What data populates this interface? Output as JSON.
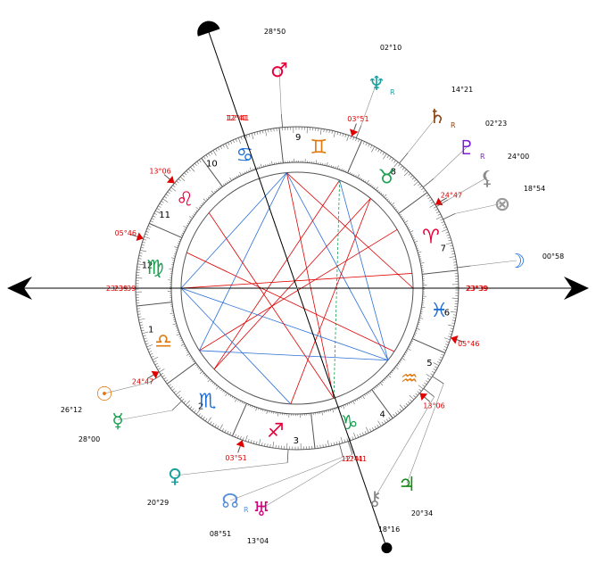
{
  "colors": {
    "fire": "#e8003a",
    "earth": "#1aa050",
    "air": "#e07a10",
    "water": "#1f6fd8",
    "aspect_red": "#e00000",
    "aspect_blue": "#2a6fd8",
    "aspect_green": "#1aa050",
    "cusp_marker": "#e00000"
  },
  "angles": [
    {
      "name": "ascendant",
      "degree": "23°39",
      "icon": "arrow-left-icon"
    },
    {
      "name": "descendant",
      "degree": "23°39",
      "icon": "arrow-right-icon"
    },
    {
      "name": "midheaven",
      "degree": "12°41",
      "icon": "half-circle-icon"
    },
    {
      "name": "imum-coeli",
      "degree": "12°41",
      "icon": "dot-icon"
    }
  ],
  "signs": [
    {
      "name": "leo",
      "glyph": "♌",
      "color": "#e8003a",
      "lon": 135
    },
    {
      "name": "cancer",
      "glyph": "♋",
      "color": "#1f6fd8",
      "lon": 105
    },
    {
      "name": "gemini",
      "glyph": "♊",
      "color": "#e07a10",
      "lon": 75
    },
    {
      "name": "taurus",
      "glyph": "♉",
      "color": "#1aa050",
      "lon": 45
    },
    {
      "name": "aries",
      "glyph": "♈",
      "color": "#e8003a",
      "lon": 15
    },
    {
      "name": "pisces",
      "glyph": "♓",
      "color": "#1f6fd8",
      "lon": 345
    },
    {
      "name": "aquarius",
      "glyph": "♒",
      "color": "#e07a10",
      "lon": 315
    },
    {
      "name": "capricorn",
      "glyph": "♑",
      "color": "#1aa050",
      "lon": 285
    },
    {
      "name": "sagittarius",
      "glyph": "♐",
      "color": "#e8003a",
      "lon": 255
    },
    {
      "name": "scorpio",
      "glyph": "♏",
      "color": "#1f6fd8",
      "lon": 225
    },
    {
      "name": "libra",
      "glyph": "♎",
      "color": "#e07a10",
      "lon": 195
    },
    {
      "name": "virgo",
      "glyph": "♍",
      "color": "#1aa050",
      "lon": 165
    }
  ],
  "houses": [
    {
      "number": "1",
      "cusp": "23°39",
      "lon": 173.65
    },
    {
      "number": "2",
      "cusp": "24°47",
      "lon": 204.78
    },
    {
      "number": "3",
      "cusp": "03°51",
      "lon": 243.85
    },
    {
      "number": "4",
      "cusp": "12°41",
      "lon": 282.68
    },
    {
      "number": "5",
      "cusp": "13°06",
      "lon": 313.1
    },
    {
      "number": "6",
      "cusp": "05°46",
      "lon": 335.77
    },
    {
      "number": "7",
      "cusp": "23°39",
      "lon": 353.65
    },
    {
      "number": "8",
      "cusp": "24°47",
      "lon": 24.78
    },
    {
      "number": "9",
      "cusp": "03°51",
      "lon": 63.85
    },
    {
      "number": "10",
      "cusp": "12°41",
      "lon": 102.68
    },
    {
      "number": "11",
      "cusp": "13°06",
      "lon": 133.1
    },
    {
      "number": "12",
      "cusp": "05°46",
      "lon": 155.77
    }
  ],
  "planets": [
    {
      "name": "mars",
      "glyph": "♂",
      "color": "#e8003a",
      "degree": "28°50",
      "rx": "",
      "lon": 88.83
    },
    {
      "name": "neptune",
      "glyph": "♆",
      "color": "#1aa0a0",
      "degree": "02°10",
      "rx": "R",
      "lon": 62.17
    },
    {
      "name": "saturn",
      "glyph": "♄",
      "color": "#8b4513",
      "degree": "14°21",
      "rx": "R",
      "lon": 44.35
    },
    {
      "name": "pluto",
      "glyph": "♇",
      "color": "#7a1fd0",
      "degree": "02°23",
      "rx": "R",
      "lon": 32.38
    },
    {
      "name": "lilith",
      "glyph": "⚸",
      "color": "#888888",
      "degree": "24°00",
      "rx": "",
      "lon": 24.0
    },
    {
      "name": "part-of-fortune",
      "glyph": "⊗",
      "color": "#999999",
      "degree": "18°54",
      "rx": "",
      "lon": 18.9
    },
    {
      "name": "moon",
      "glyph": "☽",
      "color": "#1f6fd8",
      "degree": "00°58",
      "rx": "",
      "lon": 0.97
    },
    {
      "name": "sun",
      "glyph": "☉",
      "color": "#e07a10",
      "degree": "26°12",
      "rx": "",
      "lon": 206.2
    },
    {
      "name": "mercury",
      "glyph": "☿",
      "color": "#1aa050",
      "degree": "28°00",
      "rx": "",
      "lon": 218.0
    },
    {
      "name": "venus",
      "glyph": "♀",
      "color": "#1aa0a0",
      "degree": "20°29",
      "rx": "",
      "lon": 260.48
    },
    {
      "name": "north-node",
      "glyph": "☊",
      "color": "#5a8fd8",
      "degree": "08°51",
      "rx": "R",
      "lon": 278.85
    },
    {
      "name": "uranus",
      "glyph": "♅",
      "color": "#d0007a",
      "degree": "13°04",
      "rx": "",
      "lon": 282.07
    },
    {
      "name": "chiron",
      "glyph": "⚷",
      "color": "#888888",
      "degree": "18°16",
      "rx": "",
      "lon": 315.27
    },
    {
      "name": "jupiter",
      "glyph": "♃",
      "color": "#1a8a1a",
      "degree": "20°34",
      "rx": "",
      "lon": 320.57
    }
  ],
  "aspects": [
    {
      "a": 88.83,
      "b": 173.65,
      "color": "blue"
    },
    {
      "a": 88.83,
      "b": 315.27,
      "color": "blue"
    },
    {
      "a": 88.83,
      "b": 206.2,
      "color": "blue"
    },
    {
      "a": 88.83,
      "b": 282.07,
      "color": "red"
    },
    {
      "a": 88.83,
      "b": 353.65,
      "color": "red"
    },
    {
      "a": 102.68,
      "b": 282.68,
      "color": "green"
    },
    {
      "a": 62.17,
      "b": 218.0,
      "color": "red"
    },
    {
      "a": 62.17,
      "b": 282.07,
      "color": "green"
    },
    {
      "a": 62.17,
      "b": 315.27,
      "color": "blue"
    },
    {
      "a": 44.35,
      "b": 218.0,
      "color": "red"
    },
    {
      "a": 44.35,
      "b": 260.48,
      "color": "red"
    },
    {
      "a": 24.0,
      "b": 206.2,
      "color": "red"
    },
    {
      "a": 0.97,
      "b": 173.65,
      "color": "red"
    },
    {
      "a": 173.65,
      "b": 315.27,
      "color": "blue"
    },
    {
      "a": 173.65,
      "b": 260.48,
      "color": "blue"
    },
    {
      "a": 206.2,
      "b": 315.27,
      "color": "blue"
    },
    {
      "a": 133.1,
      "b": 282.07,
      "color": "red"
    },
    {
      "a": 155.77,
      "b": 320.57,
      "color": "red"
    }
  ]
}
